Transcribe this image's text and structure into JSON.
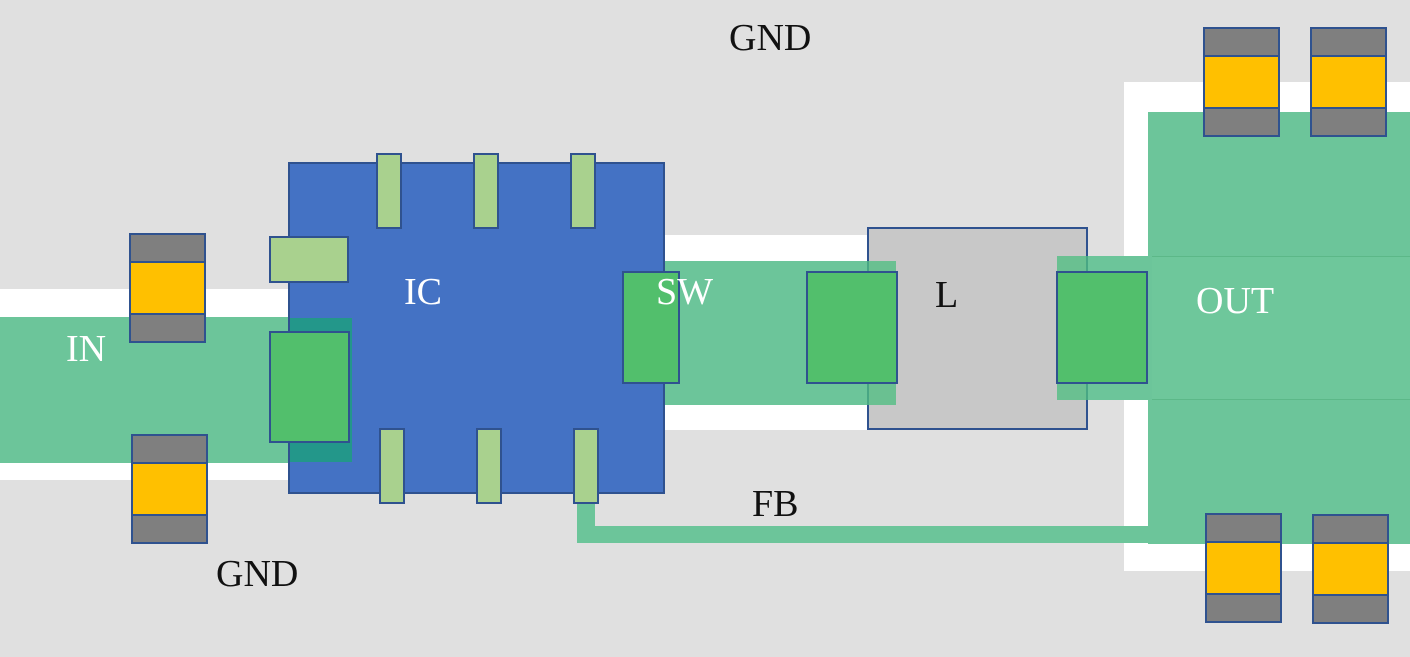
{
  "labels": {
    "gnd_top": "GND",
    "gnd_bottom": "GND",
    "in": "IN",
    "ic": "IC",
    "sw": "SW",
    "l": "L",
    "out": "OUT",
    "fb": "FB"
  },
  "colors": {
    "background": "#e0e0e0",
    "ground_clearance": "#ffffff",
    "copper_trace": "#6cc59a",
    "ic_body": "#4472c4",
    "pin": "#a9d18e",
    "pad": "#52bf6c",
    "inductor": "#c8c8c8",
    "capacitor_body": "#ffc000",
    "capacitor_terminal": "#7f7f7f",
    "outline": "#2f528f"
  }
}
